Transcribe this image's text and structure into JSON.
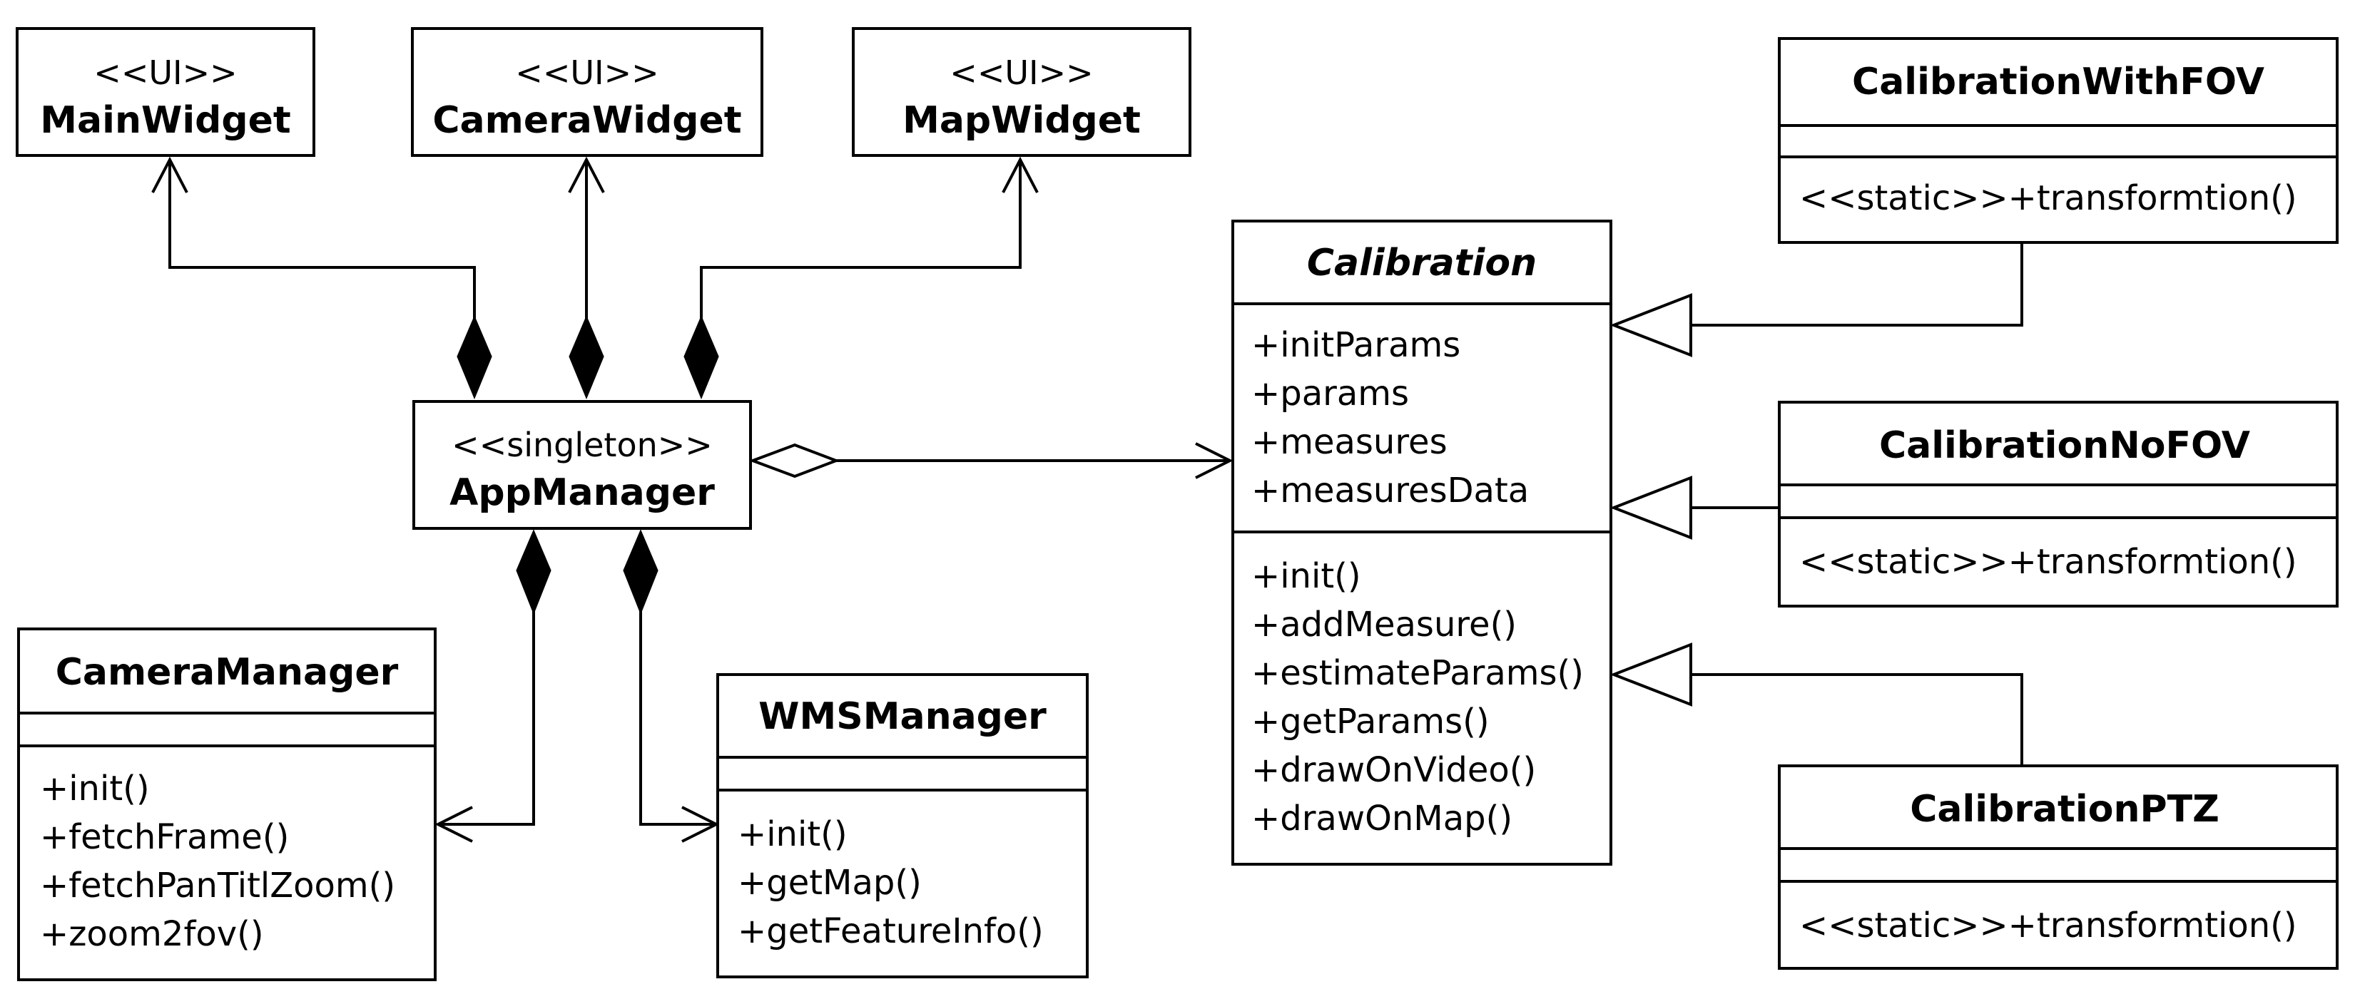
{
  "colors": {
    "stroke": "#000000",
    "background": "#ffffff",
    "box_fill": "#ffffff"
  },
  "classes": {
    "main_widget": {
      "stereotype": "<<UI>>",
      "name": "MainWidget"
    },
    "camera_widget": {
      "stereotype": "<<UI>>",
      "name": "CameraWidget"
    },
    "map_widget": {
      "stereotype": "<<UI>>",
      "name": "MapWidget"
    },
    "app_manager": {
      "stereotype": "<<singleton>>",
      "name": "AppManager"
    },
    "camera_manager": {
      "name": "CameraManager",
      "operations": [
        "+init()",
        "+fetchFrame()",
        "+fetchPanTitlZoom()",
        "+zoom2fov()"
      ]
    },
    "wms_manager": {
      "name": "WMSManager",
      "operations": [
        "+init()",
        "+getMap()",
        "+getFeatureInfo()"
      ]
    },
    "calibration": {
      "name": "Calibration",
      "abstract": true,
      "attributes": [
        "+initParams",
        "+params",
        "+measures",
        "+measuresData"
      ],
      "operations": [
        "+init()",
        "+addMeasure()",
        "+estimateParams()",
        "+getParams()",
        "+drawOnVideo()",
        "+drawOnMap()"
      ]
    },
    "calibration_with_fov": {
      "name": "CalibrationWithFOV",
      "operations": [
        "<<static>>+transformtion()"
      ]
    },
    "calibration_no_fov": {
      "name": "CalibrationNoFOV",
      "operations": [
        "<<static>>+transformtion()"
      ]
    },
    "calibration_ptz": {
      "name": "CalibrationPTZ",
      "operations": [
        "<<static>>+transformtion()"
      ]
    }
  },
  "relationships": [
    {
      "type": "composition",
      "whole": "AppManager",
      "part": "MainWidget"
    },
    {
      "type": "composition",
      "whole": "AppManager",
      "part": "CameraWidget"
    },
    {
      "type": "composition",
      "whole": "AppManager",
      "part": "MapWidget"
    },
    {
      "type": "composition",
      "whole": "AppManager",
      "part": "CameraManager"
    },
    {
      "type": "composition",
      "whole": "AppManager",
      "part": "WMSManager"
    },
    {
      "type": "aggregation",
      "whole": "AppManager",
      "part": "Calibration"
    },
    {
      "type": "generalization",
      "child": "CalibrationWithFOV",
      "parent": "Calibration"
    },
    {
      "type": "generalization",
      "child": "CalibrationNoFOV",
      "parent": "Calibration"
    },
    {
      "type": "generalization",
      "child": "CalibrationPTZ",
      "parent": "Calibration"
    }
  ]
}
